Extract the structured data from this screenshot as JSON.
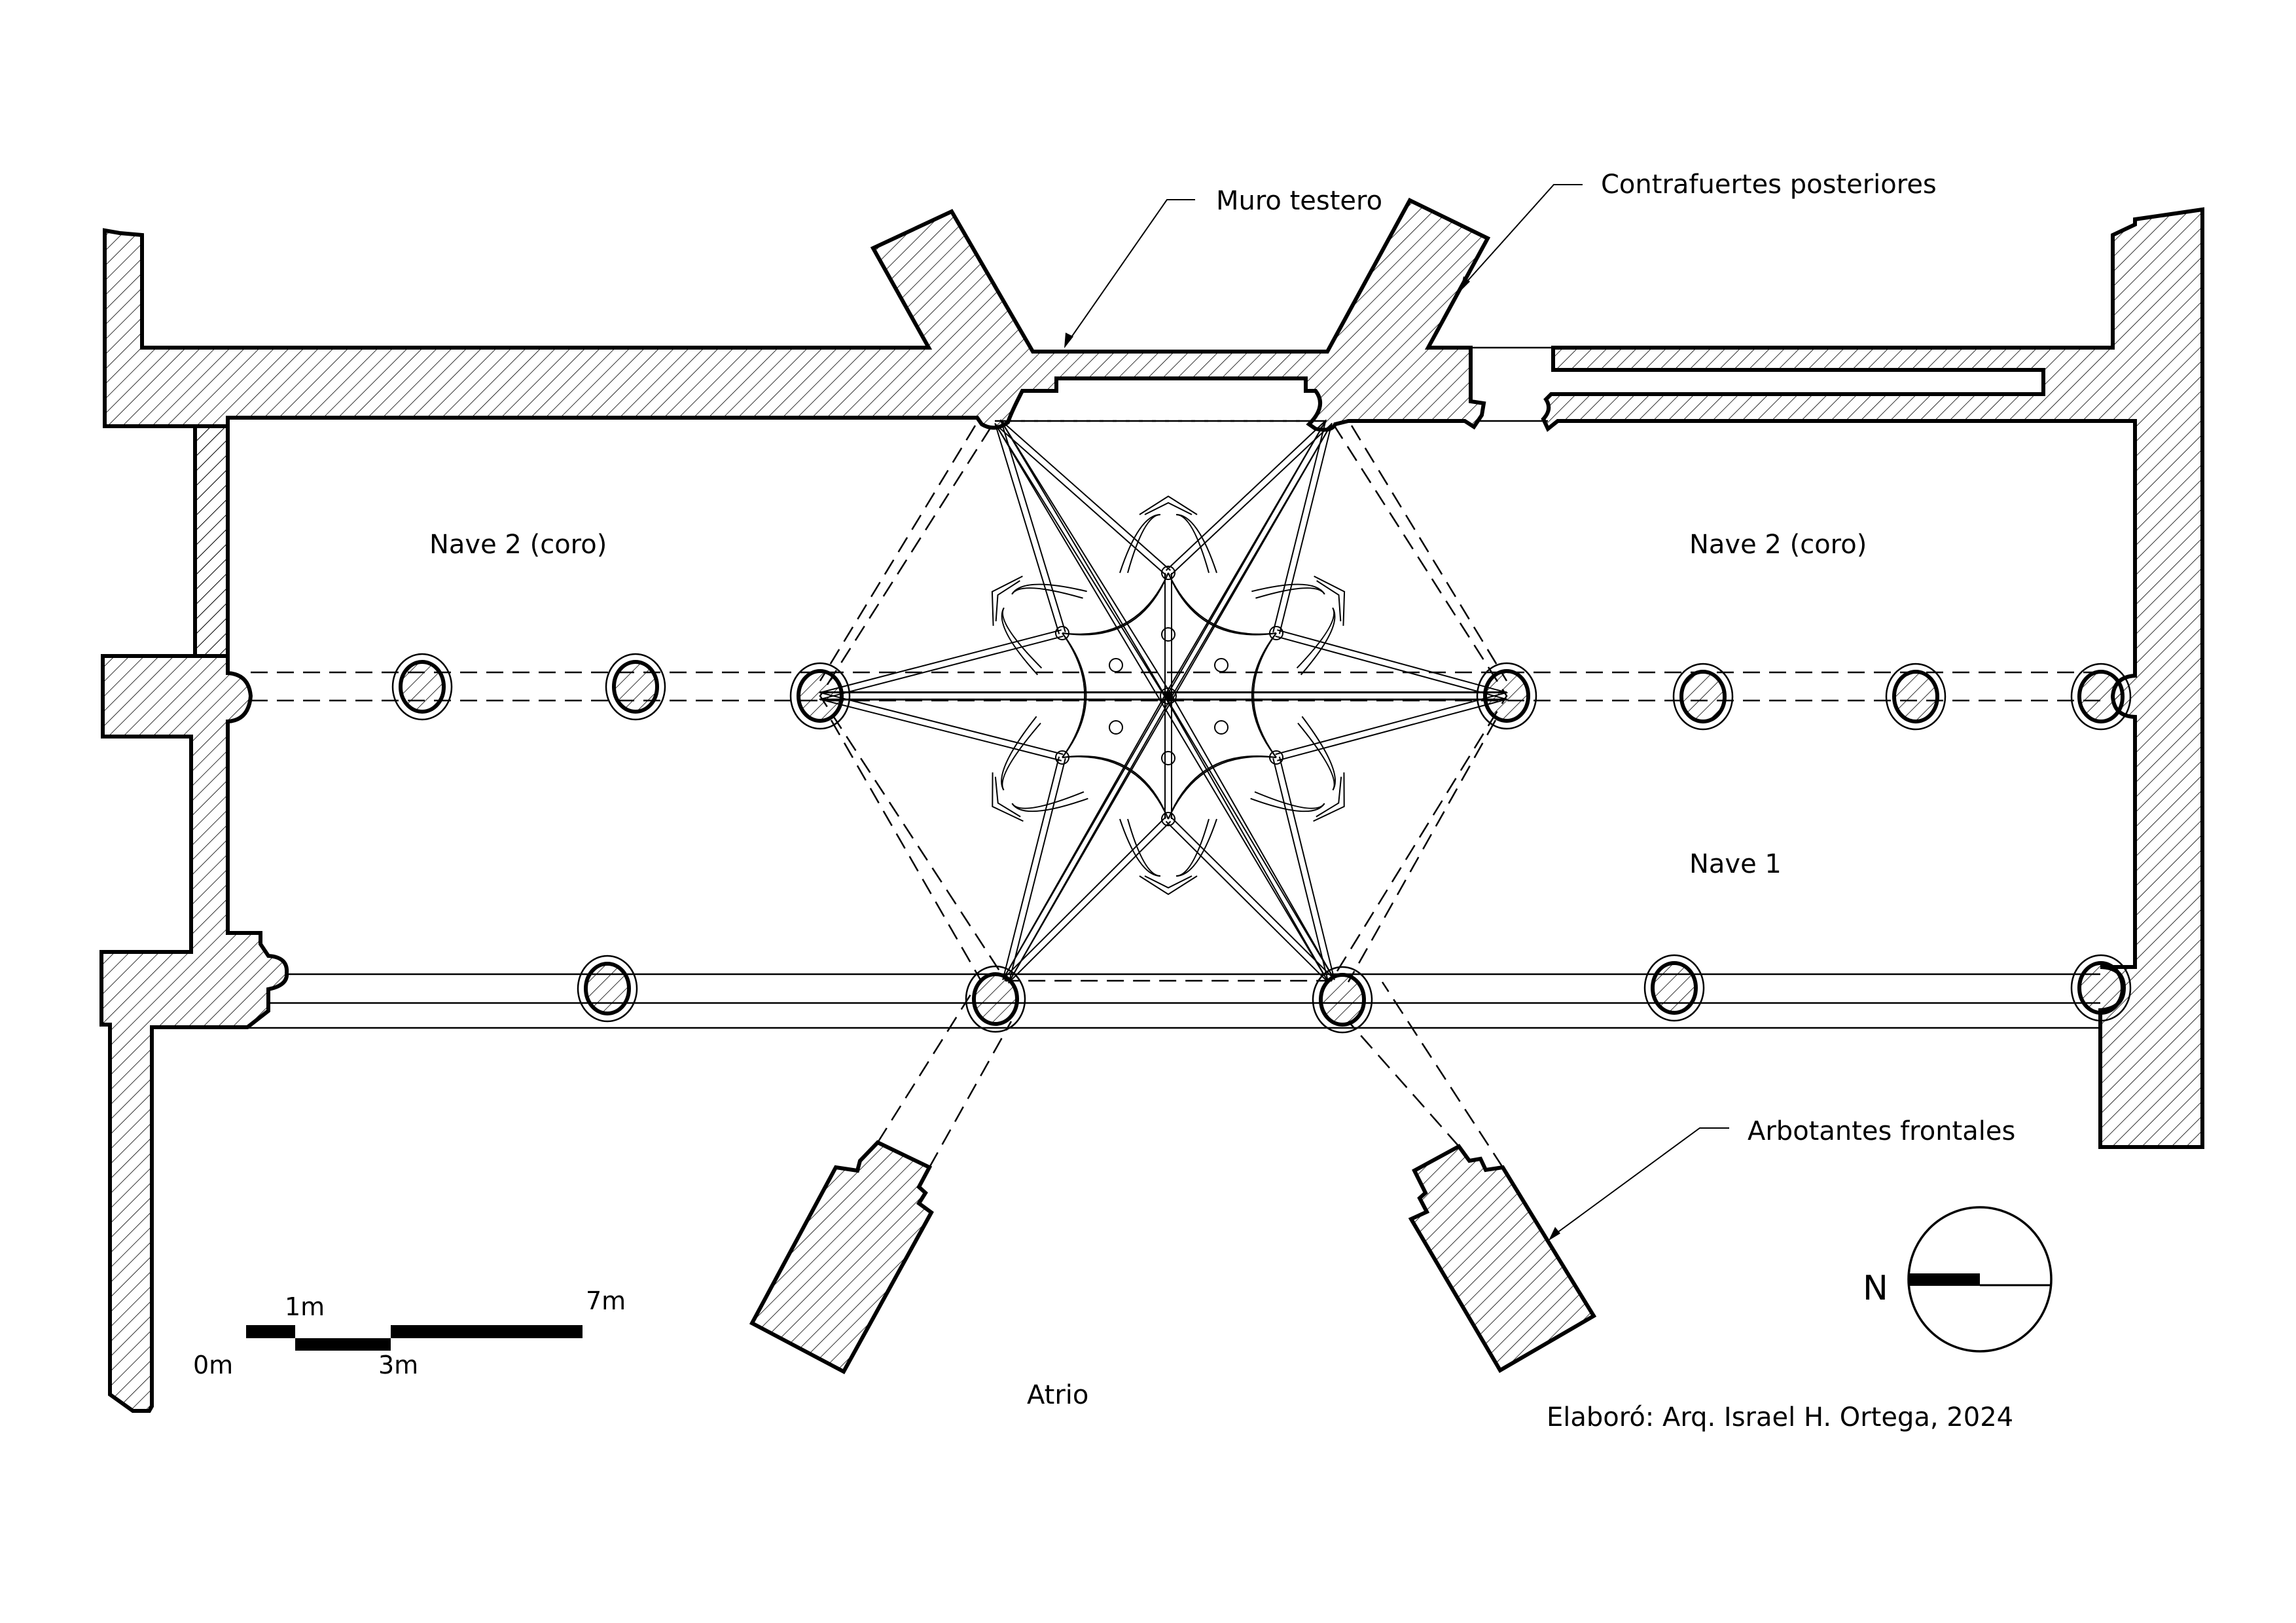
{
  "drawing": {
    "type": "architectural floor plan",
    "subject": "Church plan with star rib vault (bóveda estrellada)"
  },
  "labels": {
    "nave2_left": "Nave 2 (coro)",
    "nave2_right": "Nave 2 (coro)",
    "nave1": "Nave 1",
    "atrio": "Atrio"
  },
  "callouts": {
    "muro_testero": "Muro testero",
    "contrafuertes": "Contrafuertes posteriores",
    "arbotantes": "Arbotantes frontales"
  },
  "scale_bar": {
    "ticks": [
      "0m",
      "1m",
      "3m",
      "7m"
    ],
    "values_m": [
      0,
      1,
      3,
      7
    ]
  },
  "north_arrow": {
    "label": "N",
    "direction": "left"
  },
  "credit": "Elaboró: Arq. Israel H. Ortega, 2024",
  "colors": {
    "ink": "#000000",
    "paper": "#ffffff"
  }
}
